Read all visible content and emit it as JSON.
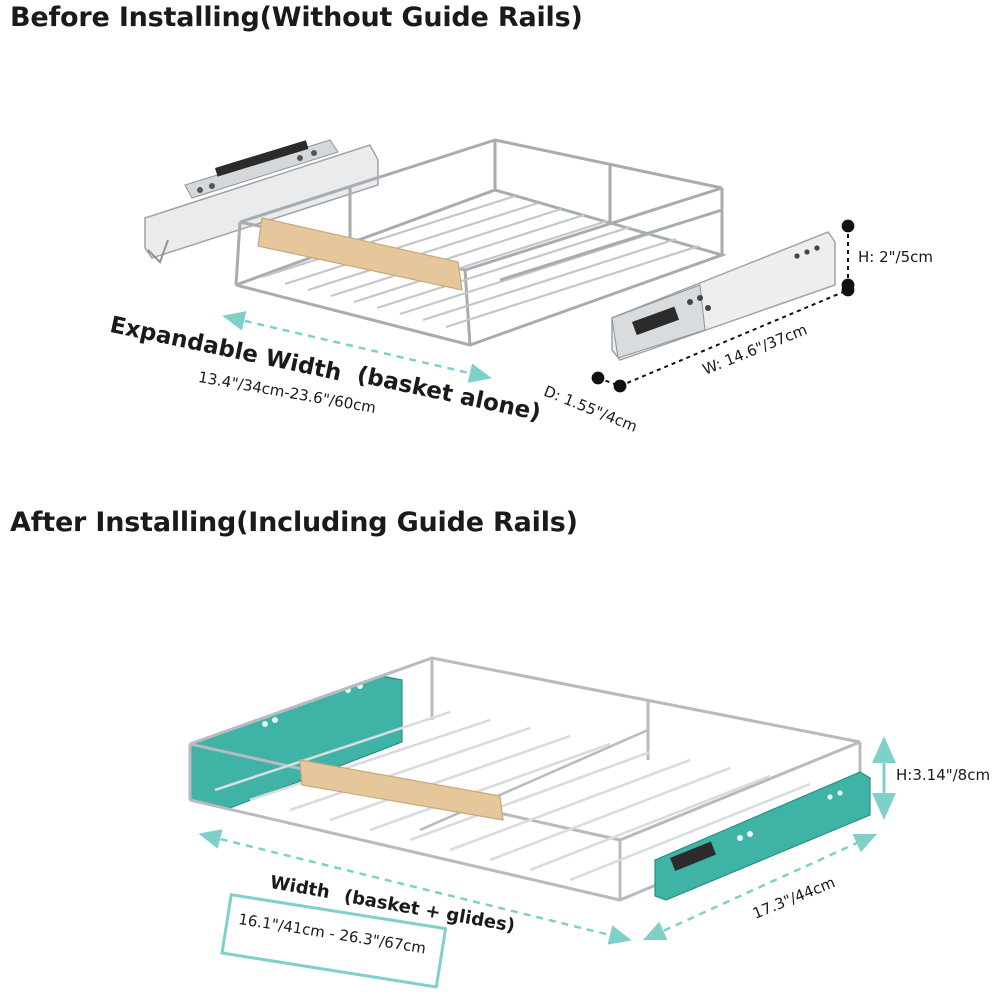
{
  "sections": {
    "before": {
      "title": "Before Installing(Without Guide Rails)",
      "width_label": "Expandable Width",
      "width_note": "(basket alone)",
      "width_range": "13.4\"/34cm-23.6\"/60cm",
      "rail_height": "H: 2\"/5cm",
      "rail_width": "W: 14.6\"/37cm",
      "rail_depth": "D: 1.55\"/4cm"
    },
    "after": {
      "title": "After Installing(Including Guide Rails)",
      "width_label": "Width",
      "width_note": "(basket + glides)",
      "width_range": "16.1\"/41cm - 26.3\"/67cm",
      "height": "H:3.14\"/8cm",
      "depth": "17.3\"/44cm"
    }
  },
  "colors": {
    "text": "#1a1a1a",
    "steel": "#bfc3c7",
    "steel_dark": "#8e9398",
    "wood": "#e6c79c",
    "rail_teal": "#3fb3a5",
    "dimension_line": "#7fd0c8"
  }
}
